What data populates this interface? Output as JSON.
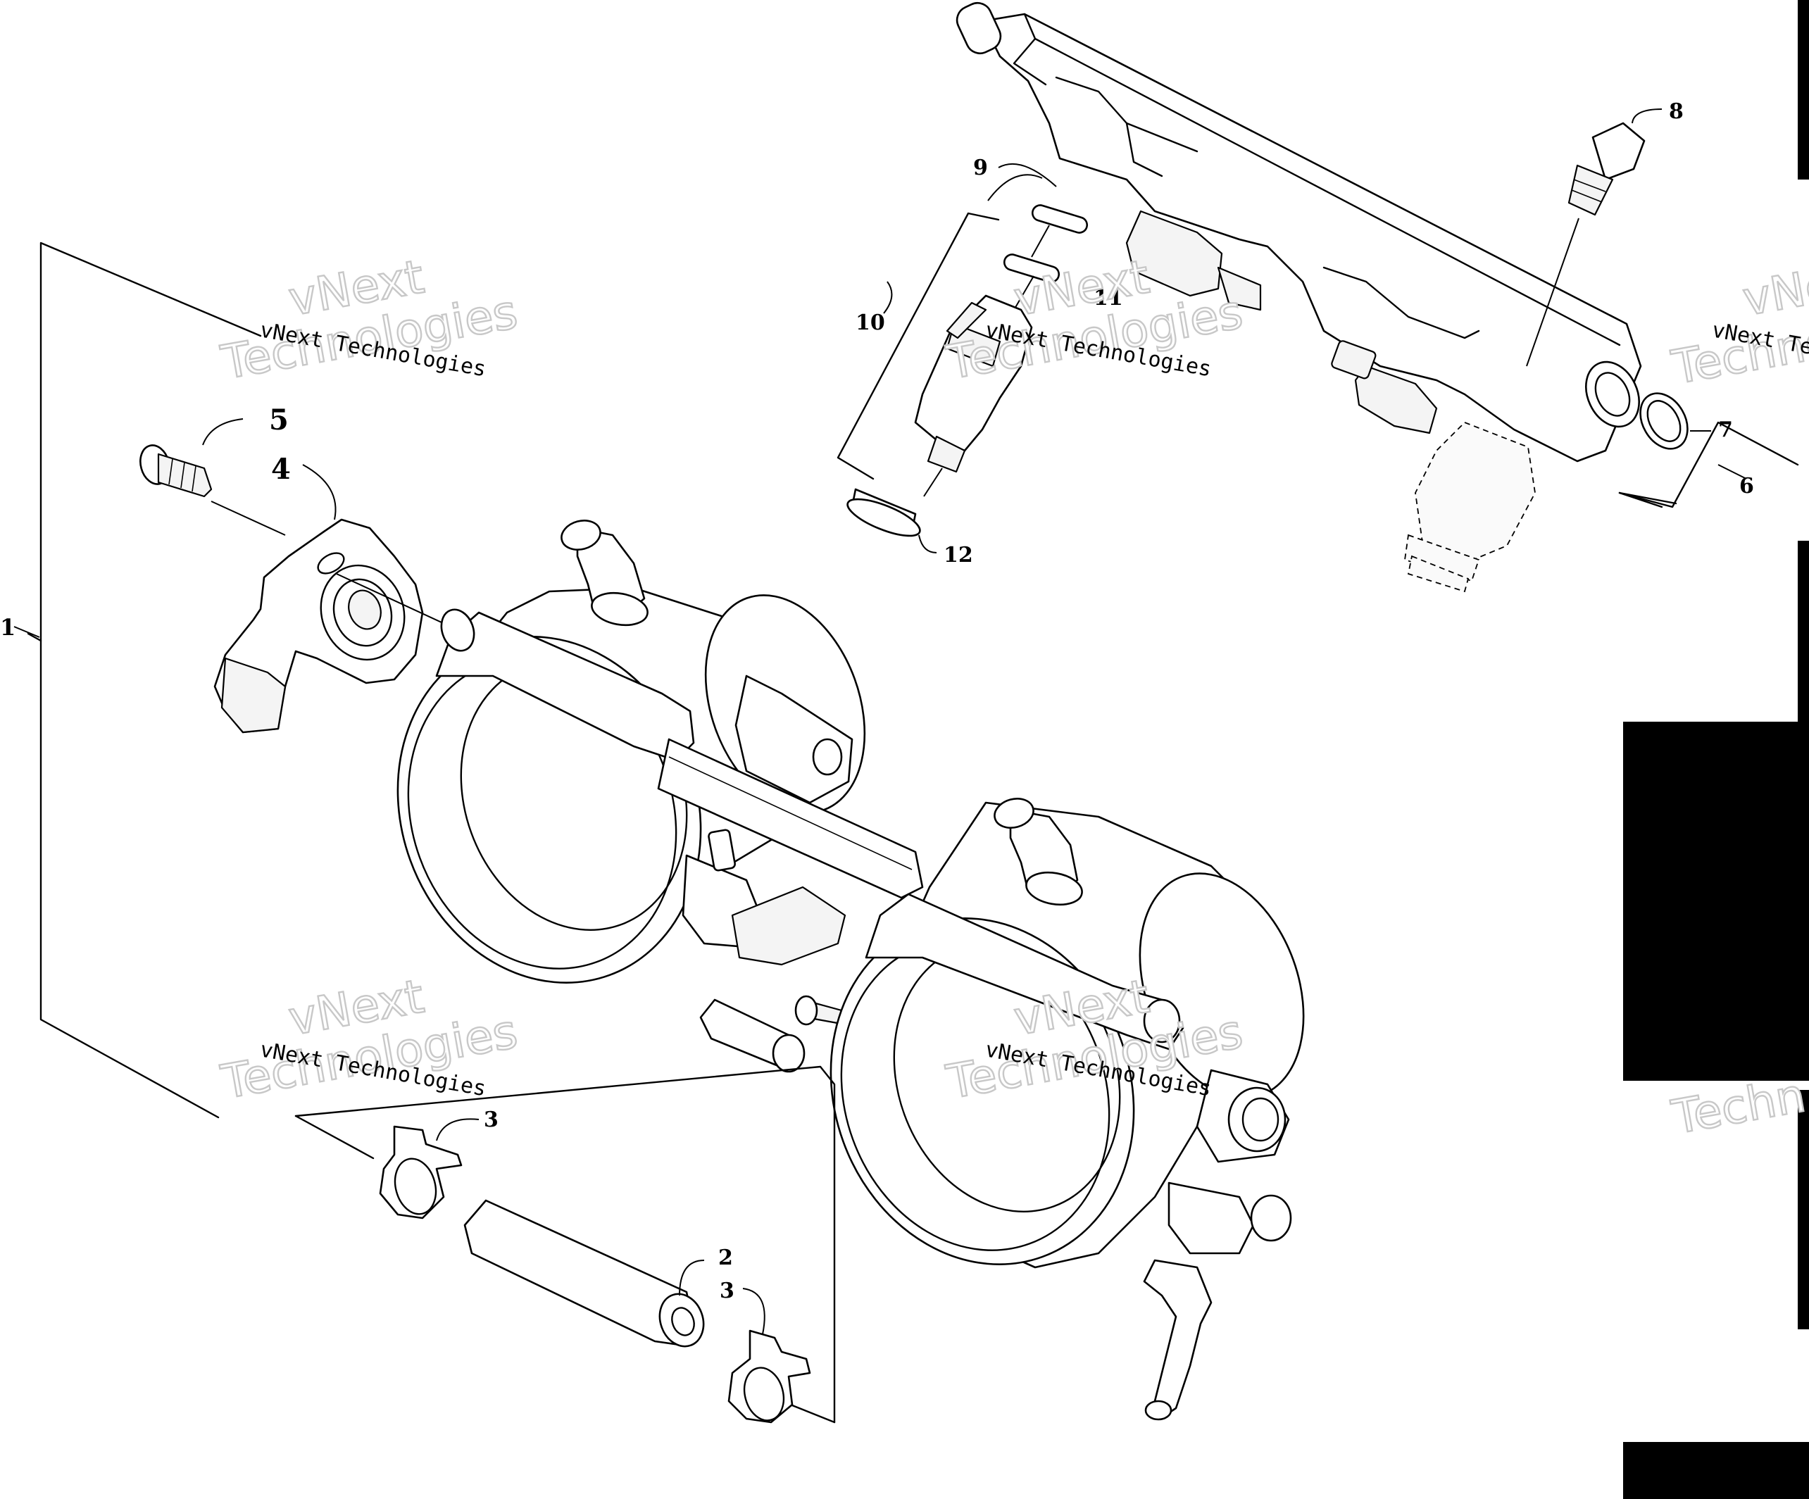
{
  "diagram": {
    "callouts": {
      "c1": "1",
      "c2": "2",
      "c3a": "3",
      "c3b": "3",
      "c4": "4",
      "c5": "5",
      "c6": "6",
      "c7": "7",
      "c8": "8",
      "c9": "9",
      "c10": "10",
      "c11": "11",
      "c12": "12"
    },
    "watermarks": {
      "company": "vNext Technologies",
      "big_top": "vNext",
      "big_bottom": "Technologies",
      "edge_small": "vNext Tec",
      "edge_big_top": "vNext",
      "edge_big_bottom": "Technolo",
      "edge_lower": "Techn"
    }
  }
}
